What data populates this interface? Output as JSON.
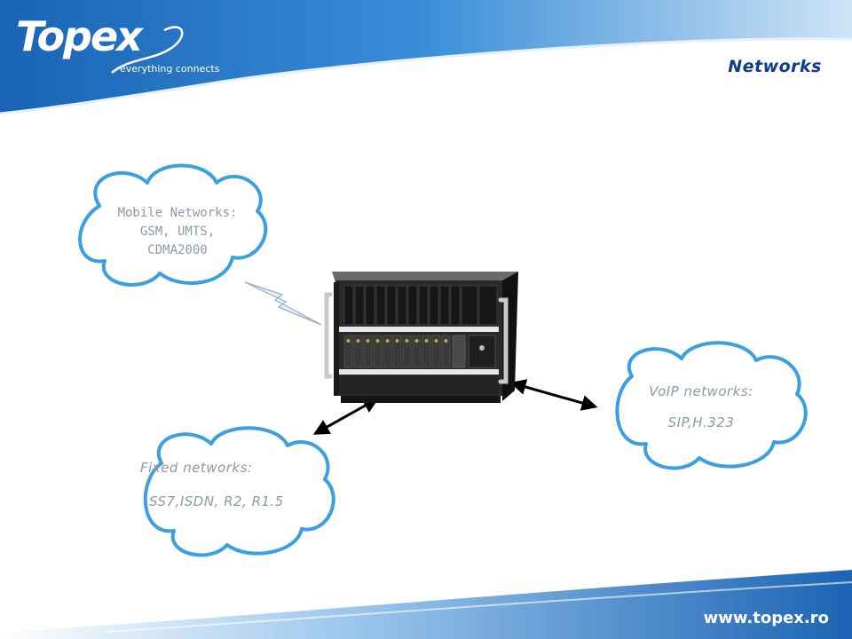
{
  "header": {
    "logo_text": "Topex",
    "tagline": "everything connects",
    "slide_title": "Networks"
  },
  "footer": {
    "website": "www.topex.ro"
  },
  "clouds": {
    "mobile": {
      "lines": [
        "Mobile Networks:",
        "GSM, UMTS,",
        "CDMA2000"
      ]
    },
    "voip": {
      "title": "VoIP networks:",
      "protocols": "SIP,H.323"
    },
    "fixed": {
      "title": "Fixed networks:",
      "protocols": "SS7,ISDN, R2, R1.5"
    }
  },
  "colors": {
    "brand_blue": "#1d72c4",
    "dark_blue": "#0b3d8c",
    "cloud_outline": "#3aa0e0",
    "cloud_text": "#8b9aa8"
  },
  "icons": {
    "center_device": "telecom-rack-device-icon",
    "wireless_link": "lightning-bolt-icon"
  }
}
